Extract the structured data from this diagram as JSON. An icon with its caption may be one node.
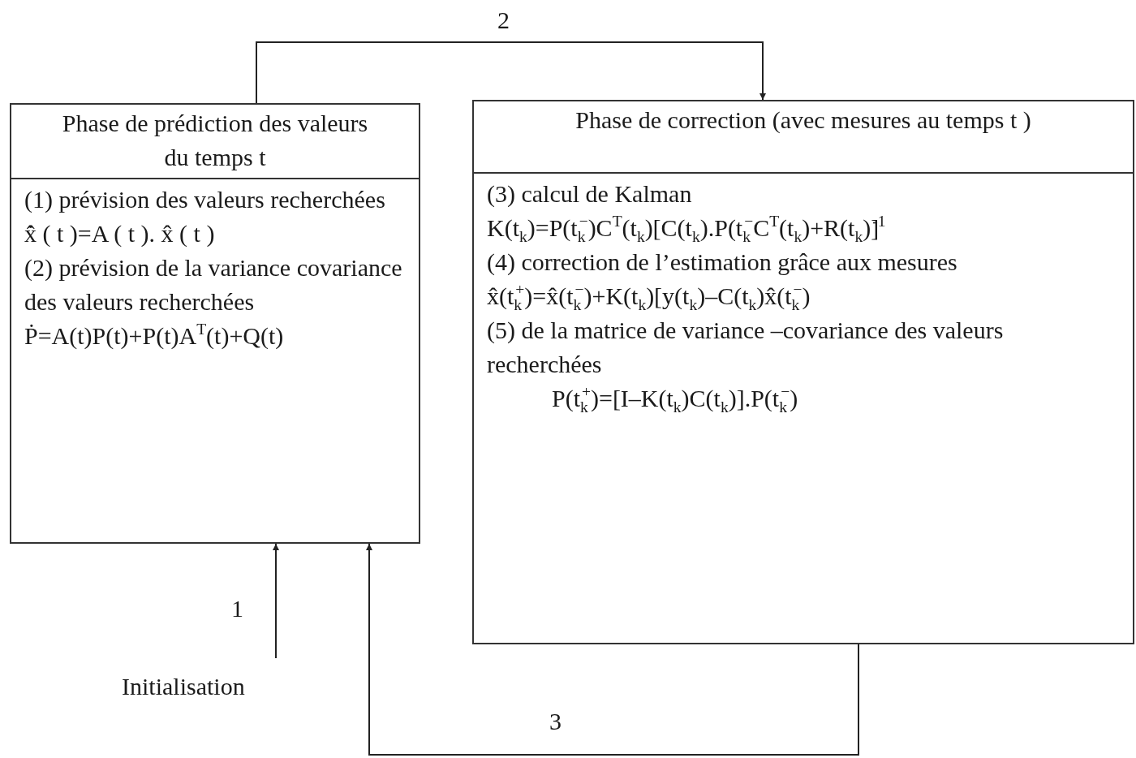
{
  "diagram": {
    "nodes": [
      {
        "text": [
          "Phase de prédiction des valeurs du temps t",
          "(1) prévision des valeurs recherchées",
          "x̂̇ ( t )=A ( t ). x̂ ( t )",
          "(2) prévision de la variance covariance des valeurs recherchées",
          "Ṗ=A(t)P(t)+P(t)A$^{T}$(t)+Q(t)"
        ]
      },
      {
        "text": [
          "Phase de correction (avec mesures au temps t )",
          "(3) calcul de Kalman",
          "K(t$_{k}$)=P(t$_{k}$$^{−}$)C$^{T}$(t$_{k}$)[C(t$_{k}$).P(t$_{k}$$^{−}$C$^{T}$(t$_{k}$)+R(t$_{k}$)]$^{-1}$",
          "(4) correction de l’estimation  grâce aux mesures",
          "x̂(t$_{k}$$^{+}$)=x̂(t$_{k}$$^{−}$)+K(t$_{k}$)[y(t$_{k}$)–C(t$_{k}$)x̂(t$_{k}$$^{−}$)",
          "(5) de la matrice de variance –covariance des valeurs recherchées",
          "P(t$_{k}$$^{+}$)=[I–K(t$_{k}$)C(t$_{k}$)].P(t$_{k}$$^{−}$)"
        ]
      },
      {
        "text": [
          "Initialisation"
        ]
      }
    ],
    "edges": [
      {
        "from": 0,
        "to": 1,
        "arrow": "to",
        "label": "2"
      },
      {
        "from": 1,
        "to": 0,
        "arrow": "to",
        "label": "3"
      },
      {
        "from": 2,
        "to": 0,
        "arrow": "to",
        "label": "1"
      }
    ]
  }
}
